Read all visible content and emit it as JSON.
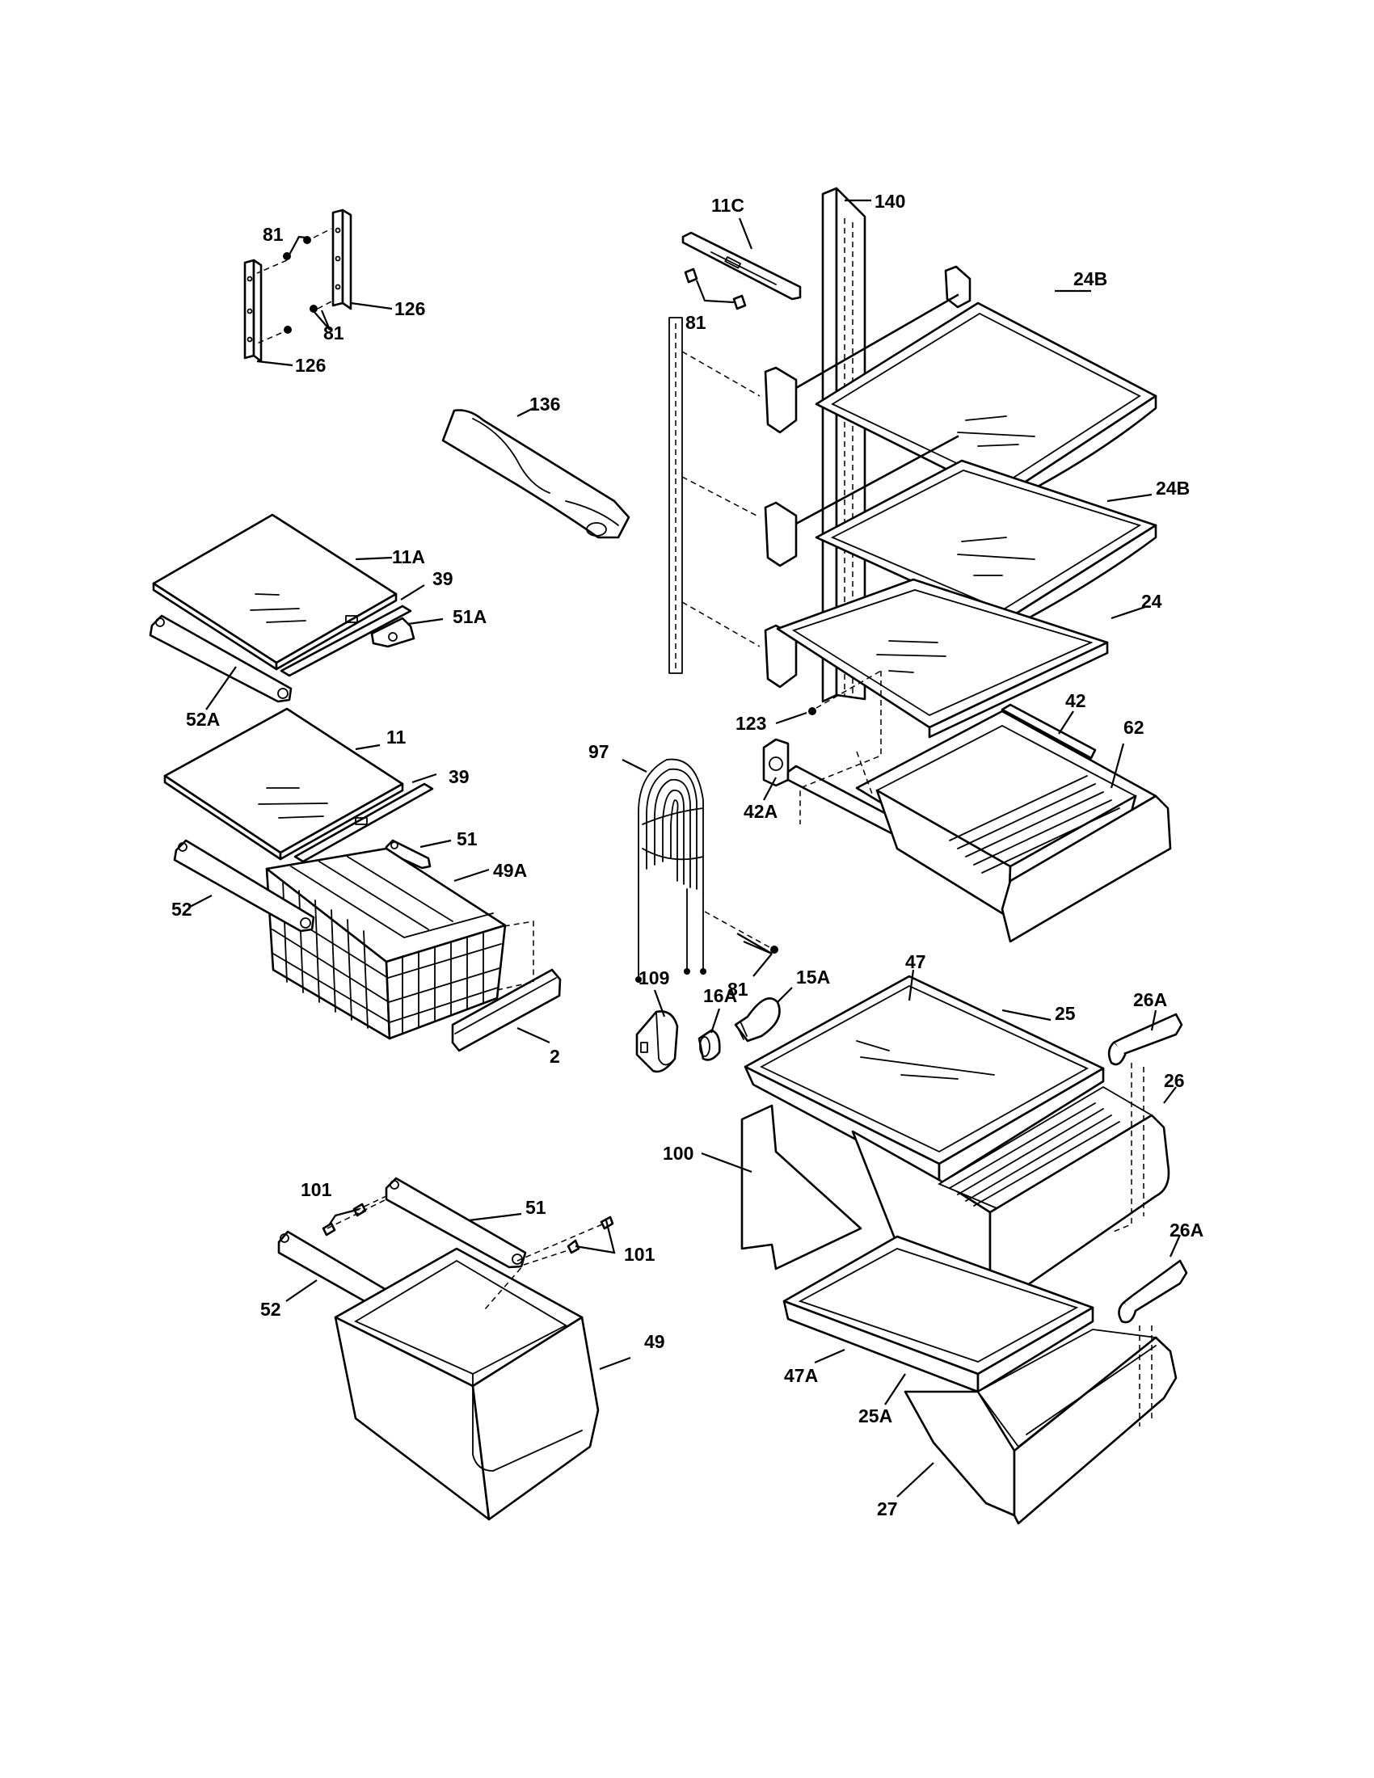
{
  "labels": {
    "l_81_top": "81",
    "l_126_upper": "126",
    "l_81_mid": "81",
    "l_126_lower": "126",
    "l_11c": "11C",
    "l_140": "140",
    "l_81_hinge": "81",
    "l_24b_top": "24B",
    "l_136": "136",
    "l_24b_mid": "24B",
    "l_11a": "11A",
    "l_39_top": "39",
    "l_51a": "51A",
    "l_24": "24",
    "l_52a": "52A",
    "l_123": "123",
    "l_42": "42",
    "l_62": "62",
    "l_11": "11",
    "l_97": "97",
    "l_39_mid": "39",
    "l_42a": "42A",
    "l_51_mid": "51",
    "l_49a": "49A",
    "l_52_mid": "52",
    "l_81_coil": "81",
    "l_109": "109",
    "l_15a": "15A",
    "l_47": "47",
    "l_16a": "16A",
    "l_26a_top": "26A",
    "l_25": "25",
    "l_2": "2",
    "l_26": "26",
    "l_100": "100",
    "l_101_left": "101",
    "l_51_low": "51",
    "l_26a_low": "26A",
    "l_101_right": "101",
    "l_52_low": "52",
    "l_49": "49",
    "l_47a": "47A",
    "l_25a": "25A",
    "l_27": "27"
  }
}
